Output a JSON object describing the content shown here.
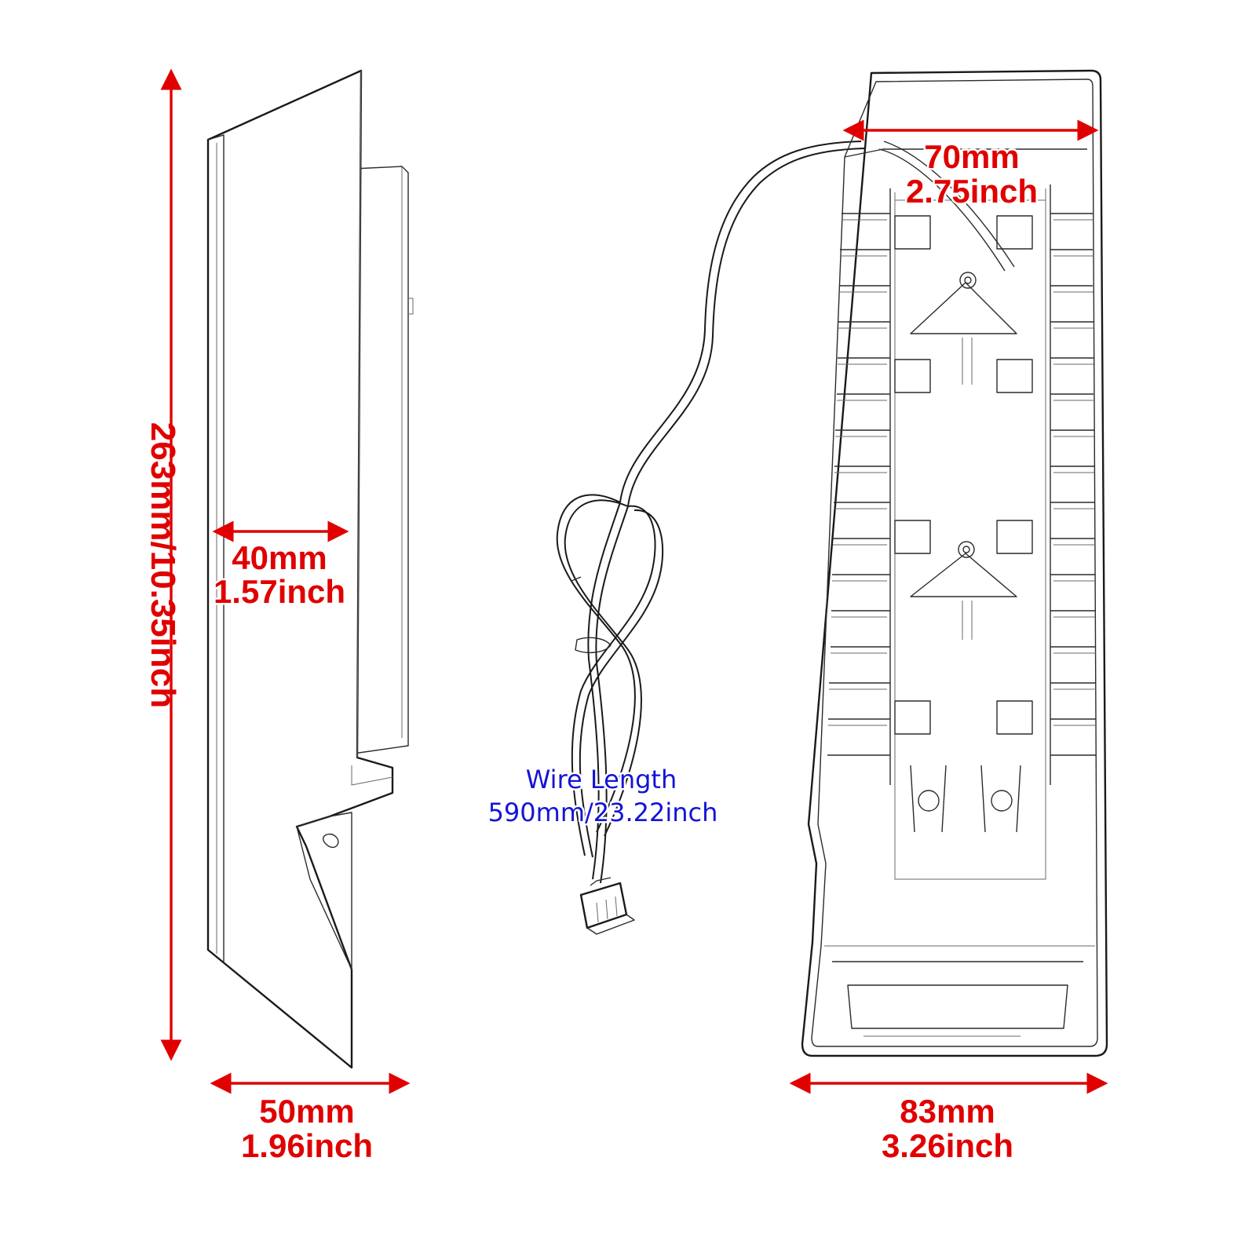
{
  "dimensions": {
    "height": {
      "text": "263mm/10.35inch",
      "color": "#e00000"
    },
    "side_depth": {
      "mm": "40mm",
      "inch": "1.57inch",
      "color": "#e00000"
    },
    "side_width": {
      "mm": "50mm",
      "inch": "1.96inch",
      "color": "#e00000"
    },
    "top_width": {
      "mm": "70mm",
      "inch": "2.75inch",
      "color": "#e00000"
    },
    "bottom_width": {
      "mm": "83mm",
      "inch": "3.26inch",
      "color": "#e00000"
    }
  },
  "wire": {
    "title": "Wire Length",
    "value": "590mm/23.22inch",
    "color": "#1414d6"
  },
  "views": {
    "side": "side-view-lamp-housing",
    "back": "back-view-lamp-housing",
    "connector": "4-pin-connector"
  }
}
